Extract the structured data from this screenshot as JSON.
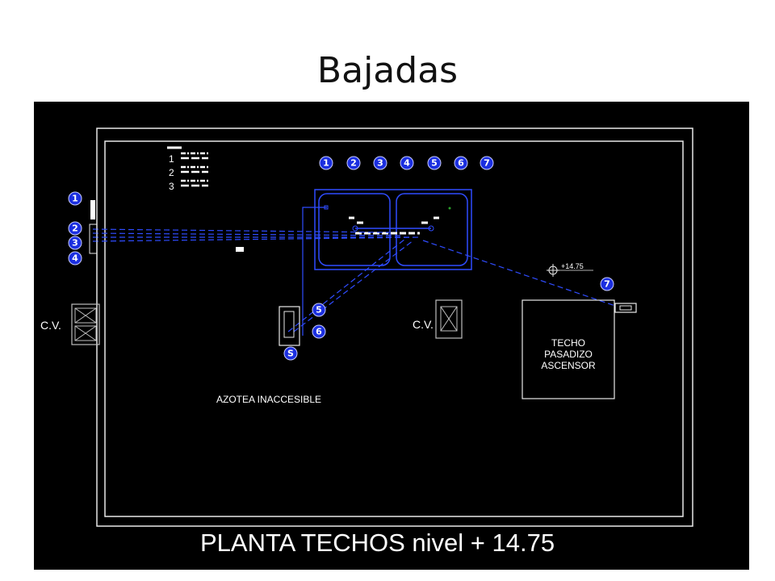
{
  "slide": {
    "title": "Bajadas"
  },
  "drawing": {
    "caption": "PLANTA TECHOS nivel + 14.75",
    "legend_numbers": [
      "1",
      "2",
      "3"
    ],
    "top_markers": [
      "1",
      "2",
      "3",
      "4",
      "5",
      "6",
      "7"
    ],
    "left_markers": [
      "1",
      "2",
      "3",
      "4"
    ],
    "marker_5": "5",
    "marker_6": "6",
    "marker_7": "7",
    "marker_s": "S",
    "cv_left": "C.V.",
    "cv_center": "C.V.",
    "level_mark": "+14.75",
    "roof_label": [
      "TECHO",
      "PASADIZO",
      "ASCENSOR"
    ],
    "azotea_label": "AZOTEA INACCESIBLE",
    "colors": {
      "background": "#000000",
      "pipe_blue": "#2f4cff",
      "marker_fill": "#1b2fe0",
      "outline": "#e8e8e8"
    }
  }
}
